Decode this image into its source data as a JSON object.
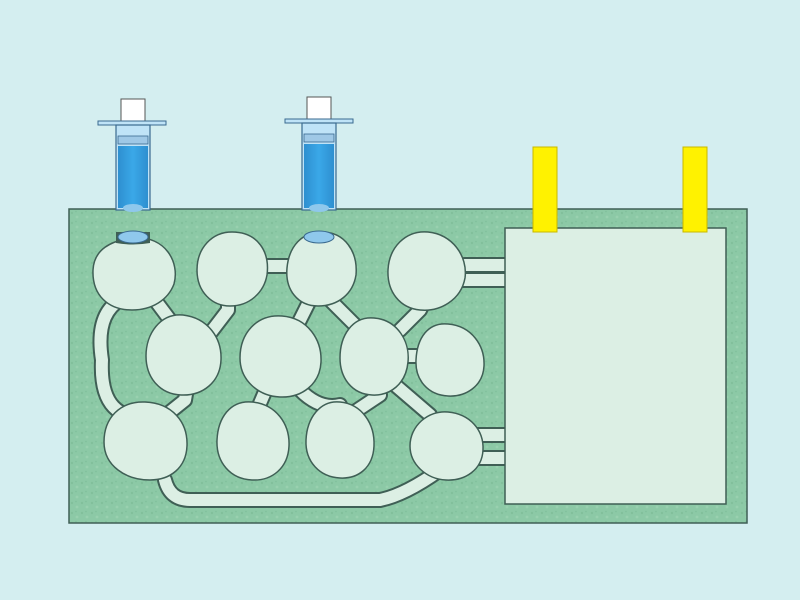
{
  "scene": {
    "background_color": "#d4eef0",
    "device": {
      "body_color": "#8cc9a6",
      "channel_color": "#dcefe4",
      "outline_color": "#3f5f55",
      "chambers": [
        "chamber-1",
        "chamber-2",
        "chamber-3",
        "chamber-4",
        "chamber-5",
        "chamber-6",
        "chamber-7",
        "chamber-8",
        "chamber-9",
        "chamber-10",
        "chamber-11",
        "chamber-12",
        "chamber-13"
      ],
      "reservoir": "large-rectangular-chamber"
    },
    "syringes": [
      {
        "id": "syringe-left",
        "liquid_color": "#3aa8e8",
        "plunger_color": "#ffffff",
        "barrel_color": "#bfe3f7"
      },
      {
        "id": "syringe-middle",
        "liquid_color": "#3aa8e8",
        "plunger_color": "#ffffff",
        "barrel_color": "#bfe3f7"
      }
    ],
    "electrodes": [
      {
        "id": "electrode-left",
        "color": "#fff200"
      },
      {
        "id": "electrode-right",
        "color": "#fff200"
      }
    ]
  }
}
